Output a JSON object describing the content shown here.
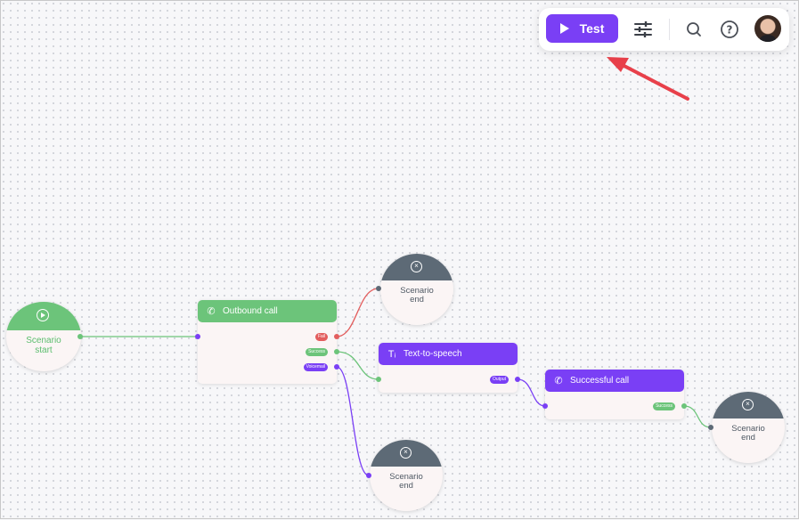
{
  "toolbar": {
    "test_label": "Test",
    "icons": [
      "play-icon",
      "sliders-icon",
      "search-icon",
      "help-icon"
    ]
  },
  "nodes": {
    "start": {
      "label": "Scenario\nstart"
    },
    "outbound": {
      "title": "Outbound call",
      "outputs": [
        "Fail",
        "Success",
        "Voicemail"
      ]
    },
    "tts": {
      "title": "Text-to-speech",
      "outputs": [
        "Output"
      ]
    },
    "successful": {
      "title": "Successful call",
      "outputs": [
        "Success"
      ]
    },
    "end1": {
      "label": "Scenario\nend"
    },
    "end2": {
      "label": "Scenario\nend"
    },
    "end3": {
      "label": "Scenario\nend"
    }
  },
  "colors": {
    "accent": "#7a3ff5",
    "green": "#6cc47a",
    "red": "#e35d5d",
    "end": "#5d6a76",
    "annotation_arrow": "#e8404a"
  }
}
